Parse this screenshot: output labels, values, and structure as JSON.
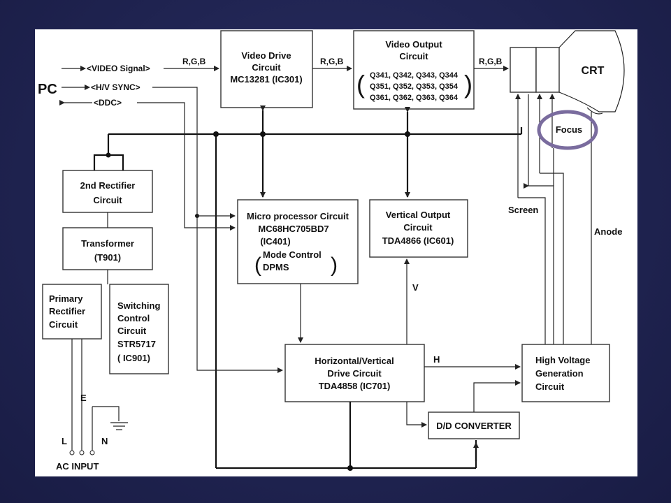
{
  "diagram": {
    "source_label": "PC",
    "signals": {
      "video": "<VIDEO Signal>",
      "sync": "<H/V SYNC>",
      "ddc": "<DDC>",
      "rgb1": "R,G,B",
      "rgb2": "R,G,B",
      "rgb3": "R,G,B",
      "v": "V",
      "h": "H",
      "e": "E",
      "l": "L",
      "n": "N"
    },
    "blocks": {
      "video_drive": [
        "Video Drive",
        "Circuit",
        "MC13281 (IC301)"
      ],
      "video_output_title": [
        "Video Output",
        "Circuit"
      ],
      "video_output_parts": [
        "Q341, Q342, Q343, Q344",
        "Q351, Q352, Q353, Q354",
        "Q361, Q362, Q363, Q364"
      ],
      "crt": "CRT",
      "focus": "Focus",
      "screen": "Screen",
      "anode": "Anode",
      "rectifier2": [
        "2nd Rectifier",
        "Circuit"
      ],
      "transformer": [
        "Transformer",
        "(T901)"
      ],
      "primary_rectifier": [
        "Primary",
        "Rectifier",
        "Circuit"
      ],
      "switching": [
        "Switching",
        "Control",
        "Circuit",
        "STR5717",
        "( IC901)"
      ],
      "micro": [
        "Micro processor Circuit",
        "MC68HC705BD7",
        "(IC401)"
      ],
      "micro_mode": [
        "Mode Control",
        "DPMS"
      ],
      "vertical": [
        "Vertical Output",
        "Circuit",
        "TDA4866 (IC601)"
      ],
      "hv_drive": [
        "Horizontal/Vertical",
        "Drive Circuit",
        "TDA4858 (IC701)"
      ],
      "high_voltage": [
        "High Voltage",
        "Generation",
        "Circuit"
      ],
      "dd_converter": "D/D CONVERTER",
      "ac_input": "AC INPUT"
    },
    "highlight_color": "#7a6c9e",
    "background_color": "#1f2350"
  }
}
